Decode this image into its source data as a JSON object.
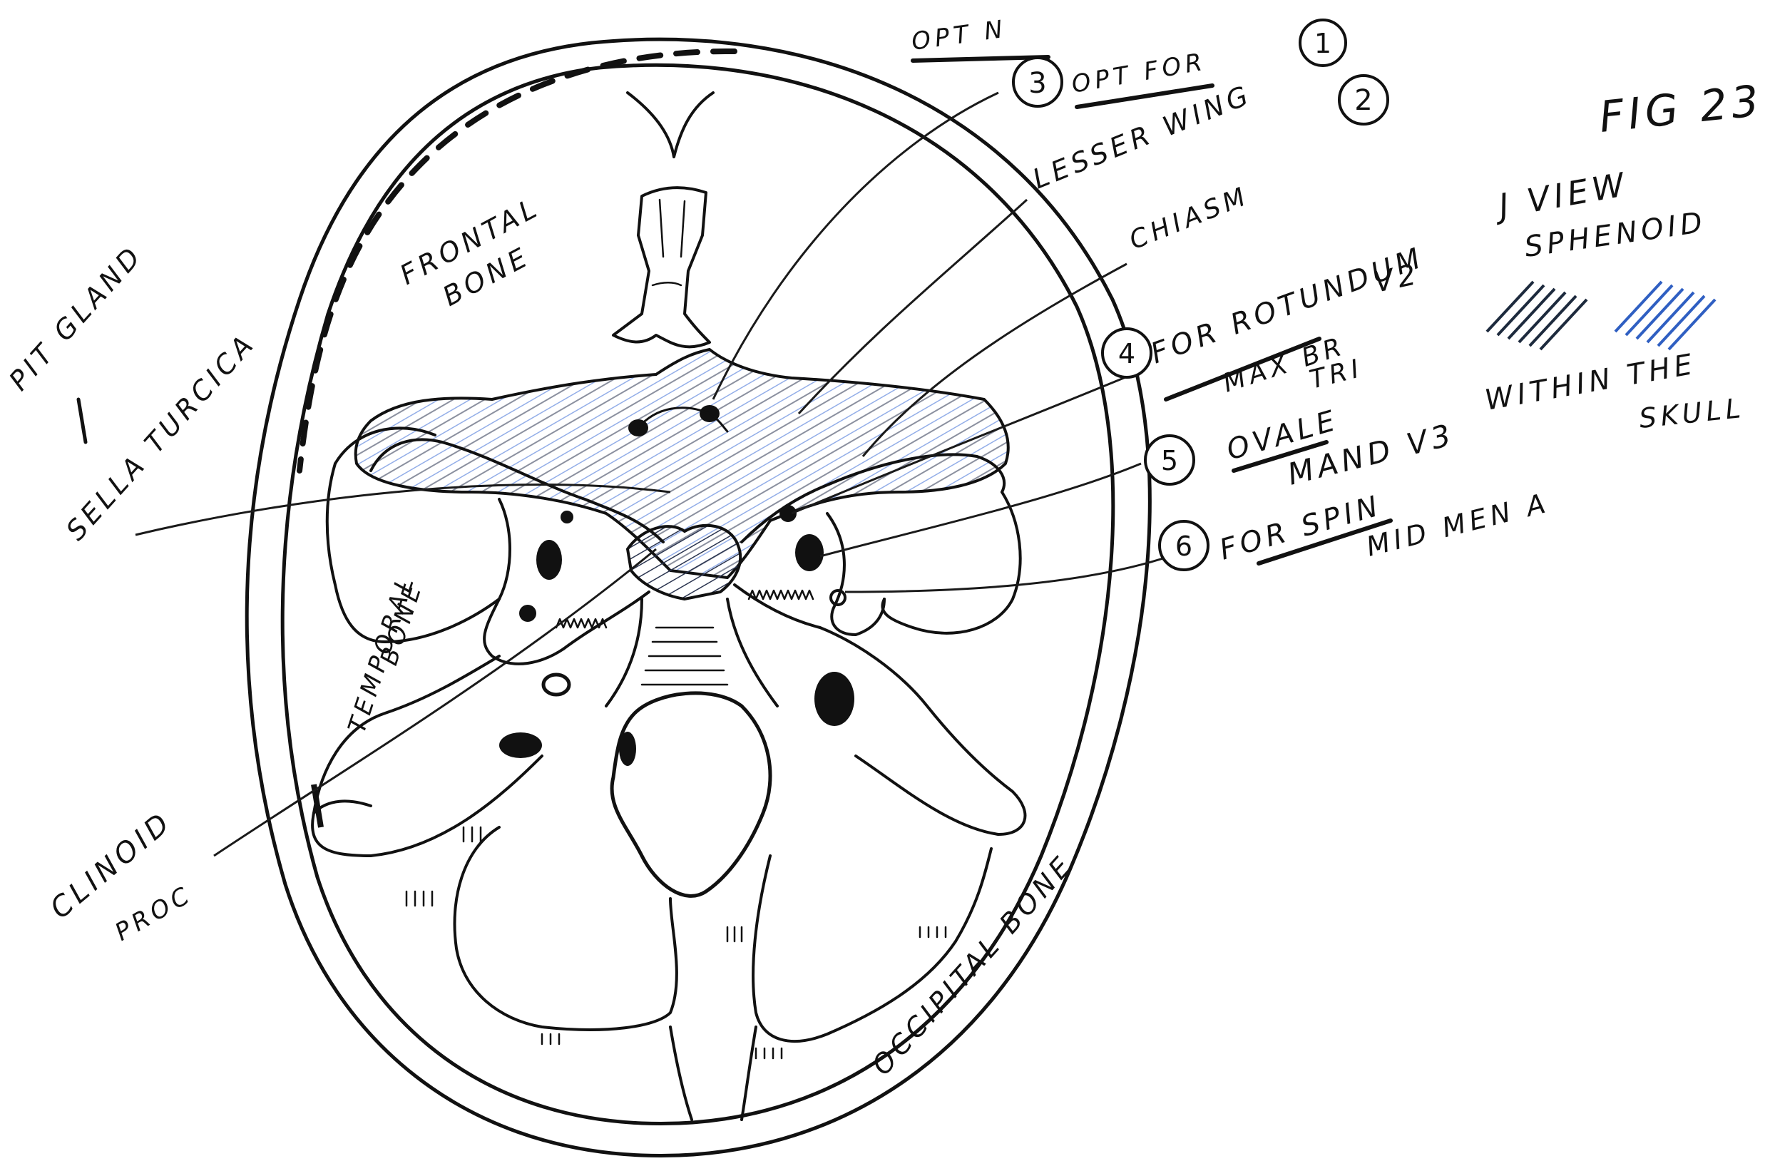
{
  "figure": {
    "title": "FIG 23",
    "legend": {
      "line1": "J VIEW",
      "line2": "SPHENOID",
      "line3": "WITHIN THE",
      "line4": "SKULL"
    },
    "colors": {
      "ink": "#111111",
      "hatch_blue": "#3b6bd6",
      "hatch_dark": "#2b3550",
      "paper": "#ffffff"
    }
  },
  "labels": {
    "opt_n": "OPT N",
    "opt_for": "OPT FOR",
    "lesser_wing": "LESSER WING",
    "chiasm": "CHIASM",
    "for_rotundum": "FOR ROTUNDUM",
    "max_br": "MAX BR",
    "v2": "V2",
    "tri": "TRI",
    "ovale": "OVALE",
    "mand_v3": "MAND V3",
    "for_spin": "FOR SPIN",
    "mid_men_a": "MID MEN A",
    "frontal_bone_1": "FRONTAL",
    "frontal_bone_2": "BONE",
    "temporal_bone_1": "TEMPORAL",
    "temporal_bone_2": "BONE",
    "occipital_bone": "OCCIPITAL BONE",
    "pit_gland": "PIT GLAND",
    "sella_turcica": "SELLA TURCICA",
    "clinoid_1": "CLINOID",
    "clinoid_2": "PROC"
  },
  "numbers": {
    "n1": "1",
    "n2": "2",
    "n3": "3",
    "n4": "4",
    "n5": "5",
    "n6": "6"
  }
}
